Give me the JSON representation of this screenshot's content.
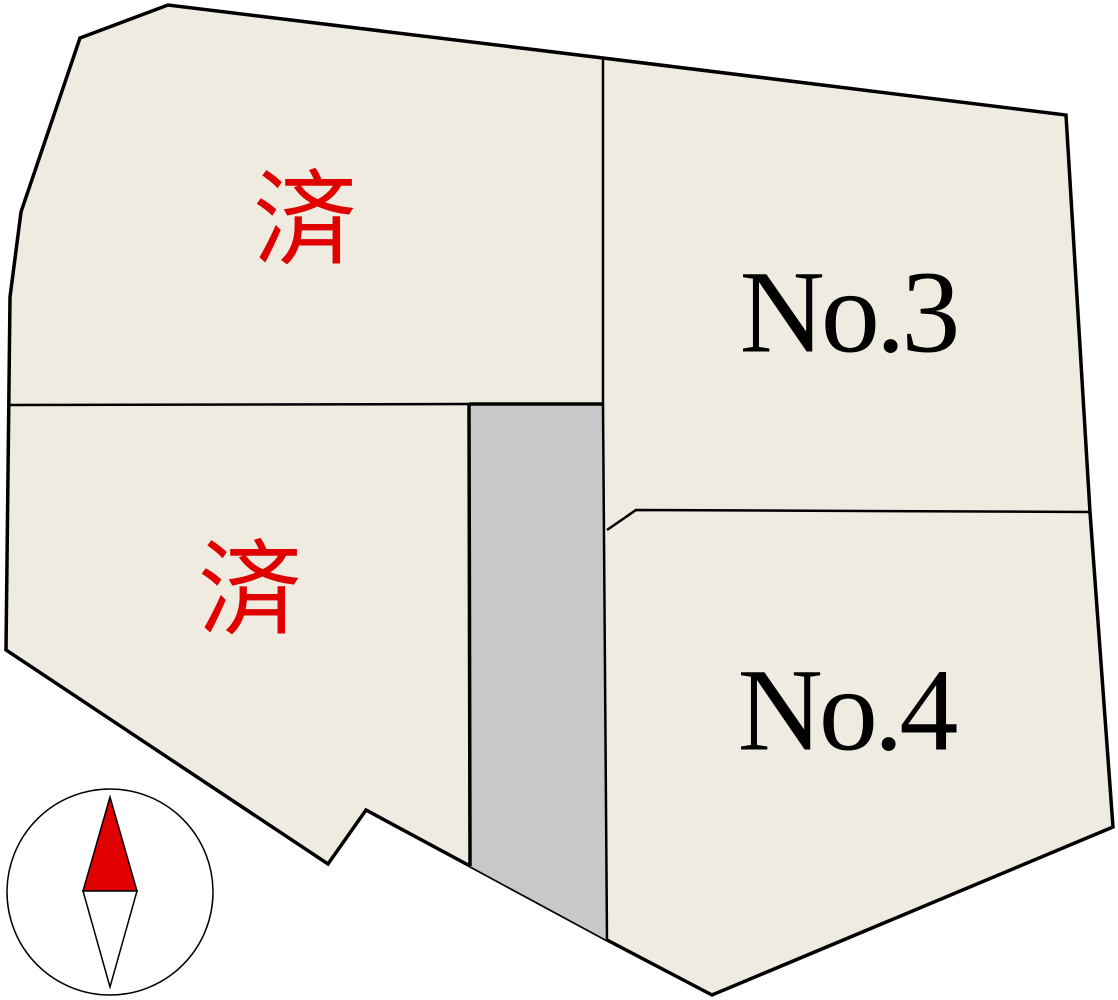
{
  "colors": {
    "lot_fill": "#f0ebe0",
    "road_fill": "#c8c8c8",
    "sold_text": "#e00000",
    "number_text": "#000000",
    "needle_north": "#e00000",
    "needle_south": "#ffffff",
    "compass_bg": "#ffffff"
  },
  "lots": [
    {
      "id": "lot-top-left",
      "label": "済",
      "status": "sold"
    },
    {
      "id": "lot-bottom-left",
      "label": "済",
      "status": "sold"
    },
    {
      "id": "lot-no3",
      "label": "No.3",
      "status": "available"
    },
    {
      "id": "lot-no4",
      "label": "No.4",
      "status": "available"
    }
  ],
  "road": {
    "id": "shared-driveway"
  },
  "compass": {
    "icon": "north-arrow-icon"
  }
}
